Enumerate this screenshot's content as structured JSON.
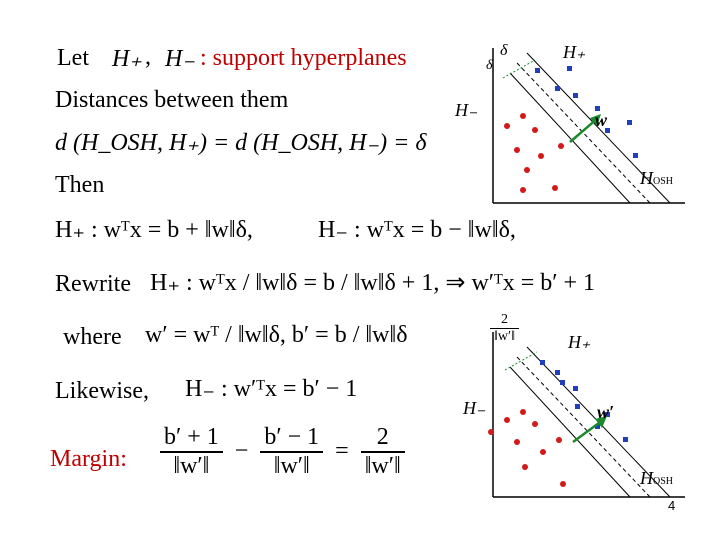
{
  "lines": {
    "let_label": "Let",
    "hplus": "H₊",
    "hminus": "H₋",
    "support_hyperplanes": ": support hyperplanes",
    "distances": "Distances between them",
    "distance_eq": "d (H",
    "then": "Then",
    "rewrite": "Rewrite",
    "where": "where",
    "likewise": "Likewise,",
    "margin": "Margin:"
  },
  "equations": {
    "dist": "d (H_OSH, H₊) = d (H_OSH, H₋) = δ",
    "then_plus": "H₊ : wᵀx = b + ‖w‖δ,",
    "then_minus": "H₋ : wᵀx = b − ‖w‖δ,",
    "rewrite_eq": "H₊ : wᵀx / ‖w‖δ = b / ‖w‖δ + 1,  ⇒ w′ᵀx = b′ + 1",
    "where_eq": "w′ = wᵀ / ‖w‖δ,  b′ = b / ‖w‖δ",
    "likewise_eq": "H₋ : w′ᵀx = b′ − 1",
    "margin_frac1_num": "b′ + 1",
    "margin_frac1_den": "‖w′‖",
    "margin_minus": "−",
    "margin_frac2_num": "b′ − 1",
    "margin_frac2_den": "‖w′‖",
    "margin_eq": "=",
    "margin_frac3_num": "2",
    "margin_frac3_den": "‖w′‖"
  },
  "figure_top": {
    "delta1": "δ",
    "delta2": "δ",
    "hplus": "H₊",
    "hminus": "H₋",
    "w": "w",
    "hosh": "H",
    "hosh_sub": "OSH"
  },
  "figure_bottom": {
    "frac_num": "2",
    "frac_den": "‖w′‖",
    "hplus": "H₊",
    "hminus": "H₋",
    "w": "w′",
    "hosh": "H",
    "hosh_sub": "OSH"
  },
  "page_number": "4",
  "colors": {
    "red": "#c00000",
    "blue": "#1f3fbf",
    "point_red": "#d21a1a",
    "green": "#1a8a2a"
  }
}
